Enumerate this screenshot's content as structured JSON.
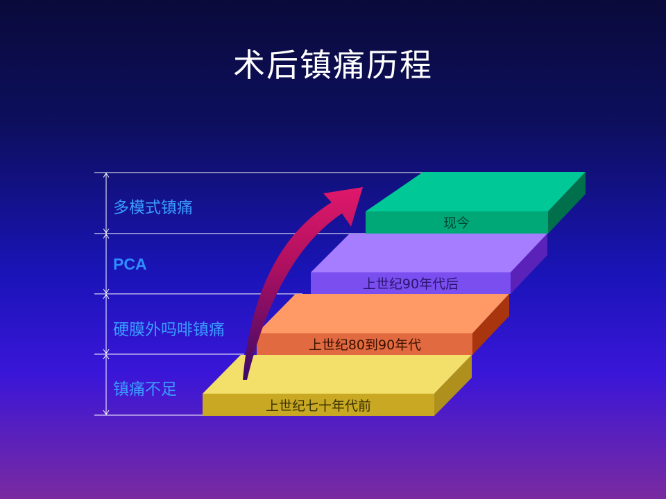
{
  "title": "术后镇痛历程",
  "stages": [
    {
      "label": "多模式镇痛"
    },
    {
      "label": "PCA"
    },
    {
      "label": "硬膜外吗啡镇痛"
    },
    {
      "label": "镇痛不足"
    }
  ],
  "steps": [
    {
      "label": "上世纪七十年代前",
      "top": "#f2e06a",
      "front": "#c9a824",
      "side": "#b0901c",
      "text": "#3a3200"
    },
    {
      "label": "上世纪80到90年代",
      "top": "#ff9966",
      "front": "#e26a40",
      "side": "#a8350e",
      "text": "#3a1000"
    },
    {
      "label": "上世纪90年代后",
      "top": "#a67dff",
      "front": "#7b4ef0",
      "side": "#5a22b8",
      "text": "#2a1570"
    },
    {
      "label": "现今",
      "top": "#00c896",
      "front": "#00a878",
      "side": "#00704c",
      "text": "#004a35"
    }
  ],
  "colors": {
    "arrow": "#d01868",
    "dimension_line": "#ffffff",
    "stage_text": "#3a9cff"
  }
}
